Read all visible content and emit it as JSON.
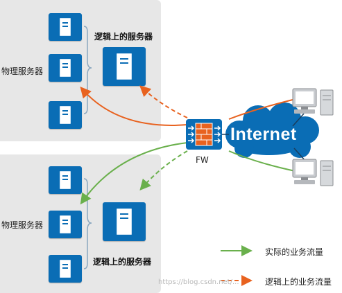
{
  "top_group": {
    "physical_label": "物理服务器",
    "logical_label": "逻辑上的服务器"
  },
  "bottom_group": {
    "physical_label": "物理服务器",
    "logical_label": "逻辑上的服务器"
  },
  "firewall": {
    "label": "FW",
    "icon": "firewall-icon"
  },
  "internet": {
    "label": "Internet"
  },
  "legend": {
    "actual": {
      "label": "实际的业务流量",
      "color": "#6ab04c"
    },
    "logical": {
      "label": "逻辑上的业务流量",
      "color": "#e8621f"
    }
  },
  "colors": {
    "server_blue": "#0a6db5",
    "cloud_blue": "#0a6db5",
    "panel_gray": "#e7e7e7",
    "orange": "#e8621f",
    "green": "#6ab04c"
  },
  "watermark": "https://blog.csdn.net/..."
}
